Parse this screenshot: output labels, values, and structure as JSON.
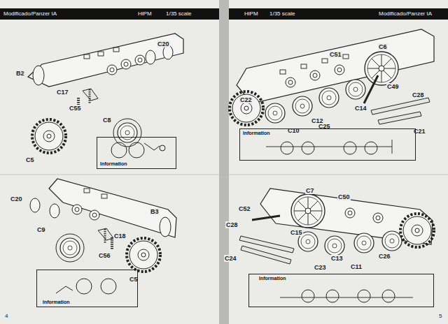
{
  "diagram": {
    "nodes": [
      {
        "text": [
          "Information"
        ]
      },
      {
        "text": [
          "Information"
        ]
      },
      {
        "text": [
          "Information"
        ]
      },
      {
        "text": [
          "Information"
        ]
      }
    ],
    "labels": [
      "Modificado/Panzer IA",
      "HiPM",
      "1/35 scale",
      "HiPM",
      "1/35 scale",
      "Modificado/Panzer IA",
      "C20",
      "B2",
      "C17",
      "C55",
      "C8",
      "C5",
      "C51",
      "C6",
      "C49",
      "C28",
      "C21",
      "C22",
      "C12",
      "C14",
      "C10",
      "C25",
      "C20",
      "C9",
      "C56",
      "C18",
      "B3",
      "C5",
      "C7",
      "C52",
      "C50",
      "C28",
      "C24",
      "C15",
      "C13",
      "C26",
      "C23",
      "C11",
      "4",
      "5"
    ]
  }
}
